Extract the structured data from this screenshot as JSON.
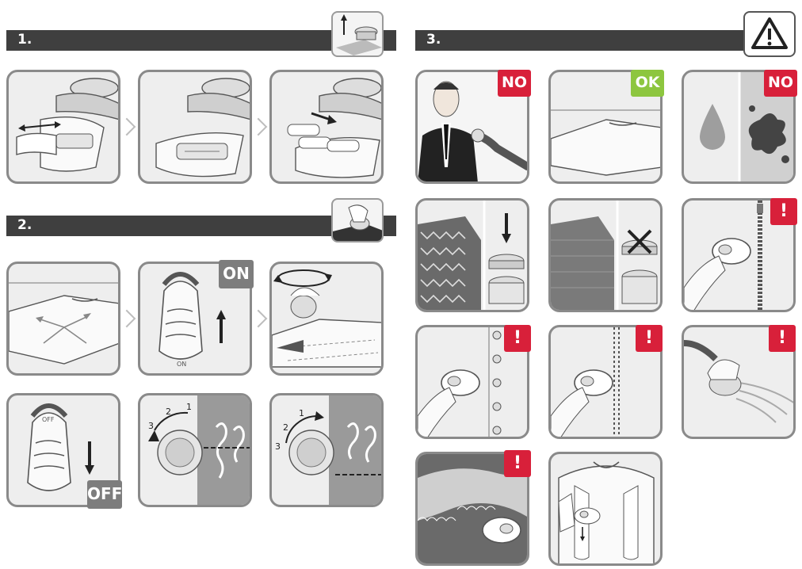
{
  "sections": {
    "s1": {
      "label": "1."
    },
    "s2": {
      "label": "2."
    },
    "s3": {
      "label": "3."
    }
  },
  "badges": {
    "on": "ON",
    "off": "OFF",
    "no": "NO",
    "ok": "OK",
    "excl": "!"
  },
  "device": {
    "on_text": "ON",
    "off_text": "OFF"
  },
  "dial": {
    "n1": "1",
    "n2": "2",
    "n3": "3"
  },
  "icons": [
    "warning-triangle-icon",
    "arrow-up-icon",
    "arrow-down-icon",
    "cross-icon",
    "chevron-right-icon"
  ],
  "colors": {
    "bar": "#3f3f3f",
    "no_badge": "#d8203a",
    "ok_badge": "#8dc63f",
    "gray_badge": "#7d7d7d",
    "panel_border": "#8a8a8a"
  }
}
